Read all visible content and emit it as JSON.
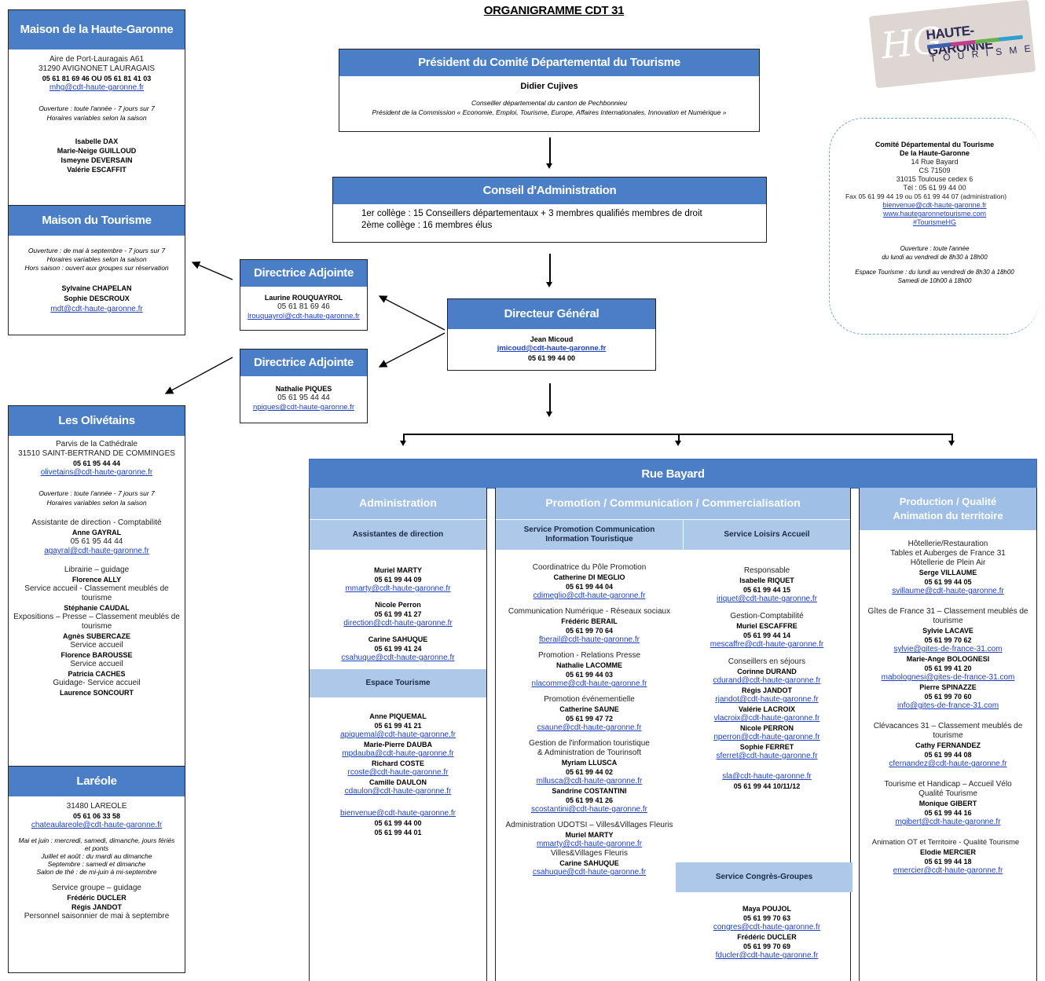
{
  "page_title": "ORGANIGRAMME CDT 31",
  "logo": {
    "mark": "HG",
    "line1": "HAUTE-GARONNE",
    "line2": "T O U R I S M E"
  },
  "president": {
    "title": "Président du Comité Départemental du Tourisme",
    "name": "Didier Cujives",
    "role1": "Conseiller départemental du canton de Pechbonnieu",
    "role2": "Président de la Commission « Economie, Emploi, Tourisme, Europe, Affaires Internationales, Innovation et Numérique »"
  },
  "conseil": {
    "title": "Conseil d'Administration",
    "item1": "1er collège : 15 Conseillers départementaux + 3 membres qualifiés membres de droit",
    "item2": "2ème collège : 16 membres élus"
  },
  "contact": {
    "l1": "Comité Départemental du Tourisme",
    "l2": "De la Haute-Garonne",
    "l3": "14 Rue Bayard",
    "l4": "CS 71509",
    "l5": "31015 Toulouse cedex 6",
    "l6": "Tél : 05 61 99 44 00",
    "l7": "Fax 05 61 99 44 19 ou 05 61 99 44 07 (administration)",
    "l8": "bienvenue@cdt-haute-garonne.fr",
    "l9": "www.hautegaronnetourisme.com",
    "l10": "#TourismeHG",
    "l11": "Ouverture : toute l'année",
    "l12": "du lundi au vendredi de 8h30 à 18h00",
    "l13": "Espace Tourisme : du lundi au vendredi de 8h30 à 18h00",
    "l14": "Samedi de 10h00 à 18h00"
  },
  "directeur": {
    "title": "Directeur Général",
    "name": "Jean Micoud",
    "email": "jmicoud@cdt-haute-garonne.fr",
    "tel": "05 61 99 44 00"
  },
  "adj1": {
    "title": "Directrice Adjointe",
    "name": "Laurine ROUQUAYROL",
    "tel": "05 61 81 69 46",
    "email": "lrouquayrol@cdt-haute-garonne.fr"
  },
  "adj2": {
    "title": "Directrice Adjointe",
    "name": "Nathalie PIQUES",
    "tel": "05 61 95 44 44",
    "email": "npiques@cdt-haute-garonne.fr"
  },
  "maison_hg": {
    "title": "Maison de la Haute-Garonne",
    "a1": "Aire de Port-Lauragais A61",
    "a2": "31290 AVIGNONET LAURAGAIS",
    "tel": "05 61 81 69 46 OU 05 61 81 41 03",
    "email": "mhg@cdt-haute-garonne.fr",
    "o1": "Ouverture : toute l'année - 7 jours sur 7",
    "o2": "Horaires variables selon la saison",
    "s1": "Isabelle DAX",
    "s2": "Marie-Neige GUILLOUD",
    "s3": "Ismeyne DEVERSAIN",
    "s4": "Valérie ESCAFFIT"
  },
  "maison_t": {
    "title": "Maison du Tourisme",
    "o1": "Ouverture : de mai à septembre - 7 jours sur 7",
    "o2": "Horaires variables selon la saison",
    "o3": "Hors saison : ouvert aux groupes sur réservation",
    "s1": "Sylvaine CHAPELAN",
    "s2": "Sophie DESCROUX",
    "email": "mdt@cdt-haute-garonne.fr"
  },
  "olivetains": {
    "title": "Les Olivétains",
    "a1": "Parvis de la Cathédrale",
    "a2": "31510 SAINT-BERTRAND DE COMMINGES",
    "tel": "05 61 95 44 44",
    "email": "olivetains@cdt-haute-garonne.fr",
    "o1": "Ouverture : toute l'année - 7 jours sur 7",
    "o2": "Horaires variables selon la saison",
    "r1": "Assistante de direction - Comptabilité",
    "n1": "Anne GAYRAL",
    "t1": "05 61 95 44 44",
    "e1": "agayral@cdt-haute-garonne.fr",
    "r2": "Librairie – guidage",
    "n2": "Florence ALLY",
    "r3": "Service accueil - Classement meublés de tourisme",
    "n3": "Stéphanie CAUDAL",
    "r4": "Expositions – Presse – Classement meublés de tourisme",
    "n4": "Agnès SUBERCAZE",
    "r5": "Service accueil",
    "n5": "Florence BAROUSSE",
    "r6": "Service accueil",
    "n6": "Patricia CACHES",
    "r7": "Guidage- Service accueil",
    "n7": "Laurence SONCOURT"
  },
  "lareole": {
    "title": "Laréole",
    "a1": "31480 LAREOLE",
    "tel": "05 61 06 33 58",
    "email": "chateaulareole@cdt-haute-garonne.fr",
    "o1": "Mai et juin : mercredi, samedi, dimanche, jours fériés et ponts",
    "o2": "Juillet et août : du mardi au dimanche",
    "o3": "Septembre : samedi et dimanche",
    "o4": "Salon de thé : de mi-juin à mi-septembre",
    "r1": "Service groupe – guidage",
    "n1": "Frédéric DUCLER",
    "n2": "Régis JANDOT",
    "r2": "Personnel saisonnier de mai à septembre"
  },
  "rue_bayard": "Rue Bayard",
  "admin": {
    "title": "Administration",
    "sub1": "Assistantes de direction",
    "p1": {
      "n": "Muriel MARTY",
      "t": "05 61 99 44 09",
      "e": "mmarty@cdt-haute-garonne.fr"
    },
    "p2": {
      "n": "Nicole Perron",
      "t": "05 61 99 41 27",
      "e": "direction@cdt-haute-garonne.fr"
    },
    "p3": {
      "n": "Carine SAHUQUE",
      "t": "05 61 99 41 24",
      "e": "csahuque@cdt-haute-garonne.fr"
    },
    "sub2": "Espace Tourisme",
    "p4": {
      "n": "Anne PIQUEMAL",
      "t": "05 61 99 41 21",
      "e": "apiquemal@cdt-haute-garonne.fr"
    },
    "p5": {
      "n": "Marie-Pierre DAUBA",
      "e": "mpdauba@cdt-haute-garonne.fr"
    },
    "p6": {
      "n": "Richard COSTE",
      "e": "rcoste@cdt-haute-garonne.fr"
    },
    "p7": {
      "n": "Camille DAULON",
      "e": "cdaulon@cdt-haute-garonne.fr"
    },
    "gen": {
      "e": "bienvenue@cdt-haute-garonne.fr",
      "t1": "05 61 99 44 00",
      "t2": "05 61 99 44 01"
    }
  },
  "promo": {
    "title": "Promotion / Communication / Commercialisation",
    "subA": "Service Promotion Communication Information Touristique",
    "subB": "Service Loisirs Accueil",
    "a1": {
      "r": "Coordinatrice du Pôle Promotion",
      "n": "Catherine DI MEGLIO",
      "t": "05 61 99 44 04",
      "e": "cdimeglio@cdt-haute-garonne.fr"
    },
    "a2": {
      "r": "Communication Numérique - Réseaux sociaux",
      "n": "Frédéric BERAIL",
      "t": "05 61 99 70 64",
      "e": "fberail@cdt-haute-garonne.fr"
    },
    "a3": {
      "r": "Promotion - Relations Presse",
      "n": "Nathalie LACOMME",
      "t": "05 61 99 44 03",
      "e": "nlacomme@cdt-haute-garonne.fr"
    },
    "a4": {
      "r": "Promotion événementielle",
      "n": "Catherine SAUNE",
      "t": "05 61 99 47 72",
      "e": "csaune@cdt-haute-garonne.fr"
    },
    "a5": {
      "r1": "Gestion de l'information touristique",
      "r2": "& Administration de Tourinsoft",
      "n": "Myriam LLUSCA",
      "t": "05 61 99 44 02",
      "e": "mllusca@cdt-haute-garonne.fr",
      "n2": "Sandrine COSTANTINI",
      "t2": "05 61 99 41 26",
      "e2": "scostantini@cdt-haute-garonne.fr"
    },
    "a6": {
      "r": "Administration UDOTSI – Villes&Villages Fleuris",
      "n": "Muriel MARTY",
      "e": "mmarty@cdt-haute-garonne.fr",
      "r2": "Villes&Villages Fleuris",
      "n2": "Carine SAHUQUE",
      "e2": "csahuque@cdt-haute-garonne.fr"
    },
    "b1": {
      "r": "Responsable",
      "n": "Isabelle RIQUET",
      "t": "05 61 99 44 15",
      "e": "iriquet@cdt-haute-garonne.fr"
    },
    "b2": {
      "r": "Gestion-Comptabilité",
      "n": "Muriel ESCAFFRE",
      "t": "05 61 99 44 14",
      "e": "mescaffre@cdt-haute-garonne.fr"
    },
    "b3": {
      "r": "Conseillers en séjours",
      "n1": "Corinne DURAND",
      "e1": "cdurand@cdt-haute-garonne.fr",
      "n2": "Régis JANDOT",
      "e2": "rjandot@cdt-haute-garonne.fr",
      "n3": "Valérie LACROIX",
      "e3": "vlacroix@cdt-haute-garonne.fr",
      "n4": "Nicole PERRON",
      "e4": "nperron@cdt-haute-garonne.fr",
      "n5": "Sophie FERRET",
      "e5": "sferret@cdt-haute-garonne.fr",
      "e6": "sla@cdt-haute-garonne.fr",
      "t6": "05 61 99 44 10/11/12"
    },
    "subC": "Service Congrès-Groupes",
    "c1": {
      "n": "Maya POUJOL",
      "t": "05 61 99 70 63",
      "e": "congres@cdt-haute-garonne.fr",
      "n2": "Frédéric DUCLER",
      "t2": "05 61 99 70 69",
      "e2": "fducler@cdt-haute-garonne.fr"
    }
  },
  "prod": {
    "title1": "Production / Qualité",
    "title2": "Animation du territoire",
    "g1": {
      "r1": "Hôtellerie/Restauration",
      "r2": "Tables et Auberges de France 31",
      "r3": "Hôtellerie de Plein Air",
      "n": "Serge VILLAUME",
      "t": "05 61 99 44 05",
      "e": "svillaume@cdt-haute-garonne.fr"
    },
    "g2": {
      "r": "Gîtes de France 31 – Classement meublés de tourisme",
      "n": "Sylvie LACAVE",
      "t": "05 61 99 70 62",
      "e": "sylvie@gites-de-france-31.com",
      "n2": "Marie-Ange BOLOGNESI",
      "t2": "05 61 99 41 20",
      "e2": "mabolognesi@gites-de-france-31.com",
      "n3": "Pierre SPINAZZE",
      "t3": "05 61 99 70 60",
      "e3": "info@gites-de-france-31.com"
    },
    "g3": {
      "r": "Clévacances 31 – Classement meublés de tourisme",
      "n": "Cathy FERNANDEZ",
      "t": "05 61 99 44 08",
      "e": "cfernandez@cdt-haute-garonne.fr"
    },
    "g4": {
      "r1": "Tourisme et Handicap – Accueil Vélo",
      "r2": "Qualité Tourisme",
      "n": "Monique GIBERT",
      "t": "05 61 99 44 16",
      "e": "mgibert@cdt-haute-garonne.fr"
    },
    "g5": {
      "r": "Animation OT et Territoire - Qualité Tourisme",
      "n": "Elodie MERCIER",
      "t": "05 61 99 44 18",
      "e": "emercier@cdt-haute-garonne.fr"
    }
  },
  "colors": {
    "header": "#4a7fc8",
    "sub": "#aec8ea",
    "link": "#1e3fc8"
  }
}
